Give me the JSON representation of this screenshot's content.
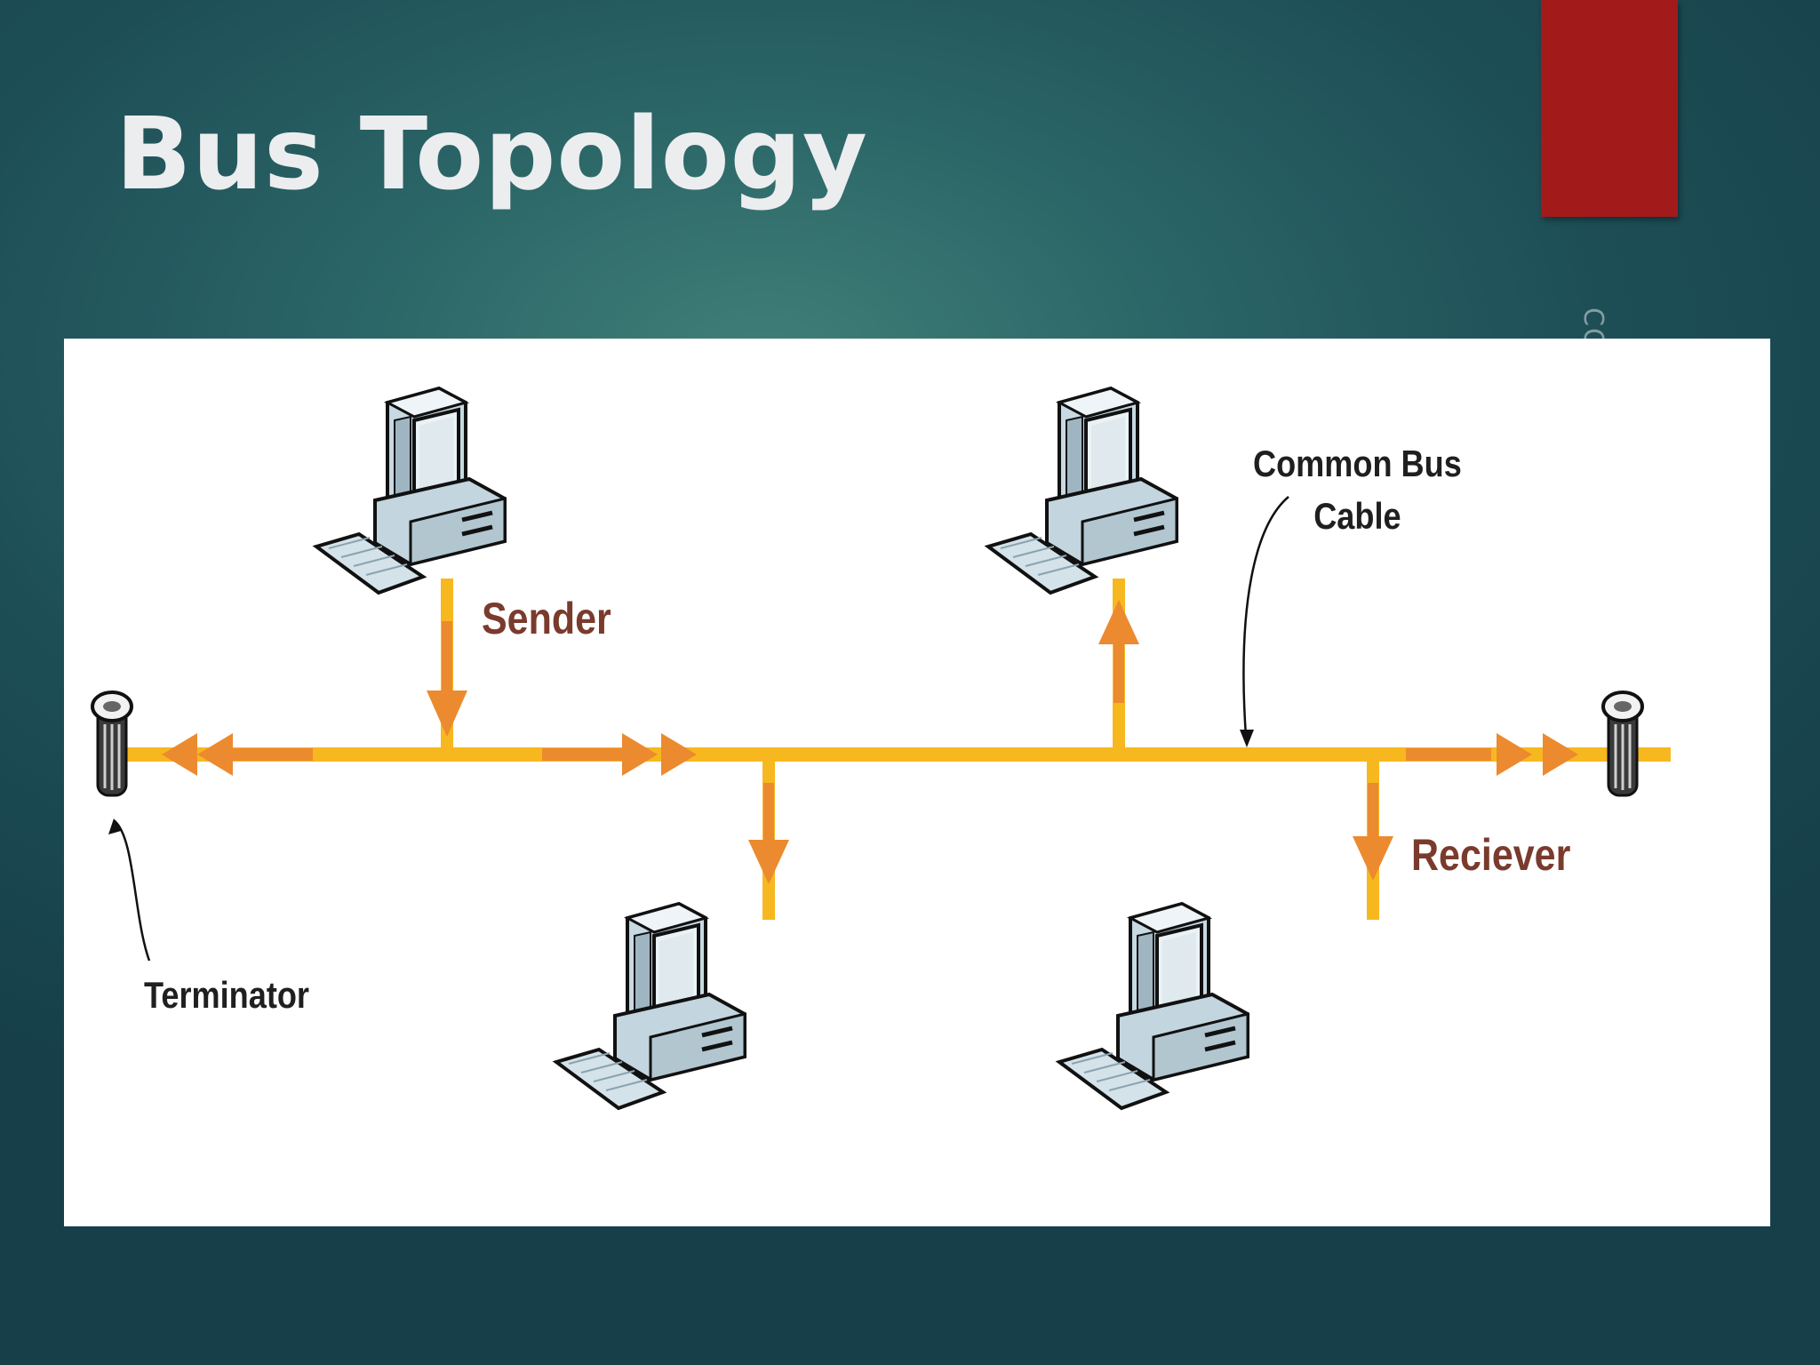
{
  "slide": {
    "title": "Bus Topology",
    "slide_number": "CO UC"
  },
  "diagram": {
    "labels": {
      "sender": "Sender",
      "receiver": "Reciever",
      "terminator": "Terminator",
      "bus_line1": "Common Bus",
      "bus_line2": "Cable"
    },
    "nodes": [
      {
        "id": "sender-computer",
        "role": "Sender"
      },
      {
        "id": "top-computer",
        "role": "receives"
      },
      {
        "id": "bottom-computer",
        "role": "receives"
      },
      {
        "id": "receiver-computer",
        "role": "Reciever"
      },
      {
        "id": "left-terminator",
        "role": "Terminator"
      },
      {
        "id": "right-terminator",
        "role": "Terminator"
      }
    ],
    "colors": {
      "cable": "#f7b81f",
      "arrow": "#ec8a2f",
      "title_text": "#ecedef",
      "accent": "#a31a1b",
      "label_text": "#7a3b2d"
    }
  }
}
